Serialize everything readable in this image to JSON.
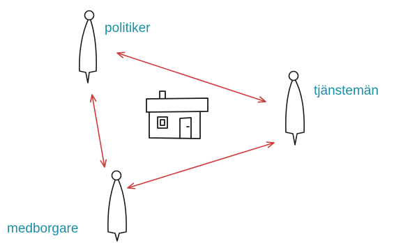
{
  "diagram": {
    "nodes": {
      "politiker": {
        "label": "politiker",
        "icon": "person-figure-icon"
      },
      "tjansteman": {
        "label": "tjänstemän",
        "icon": "person-figure-icon"
      },
      "medborgare": {
        "label": "medborgare",
        "icon": "person-figure-icon"
      }
    },
    "center_icon": "house-icon",
    "edges": [
      {
        "from": "politiker",
        "to": "tjansteman",
        "direction": "both"
      },
      {
        "from": "politiker",
        "to": "medborgare",
        "direction": "both"
      },
      {
        "from": "medborgare",
        "to": "tjansteman",
        "direction": "both"
      }
    ],
    "colors": {
      "label": "#1a8fa6",
      "arrow": "#d03a3a",
      "drawing": "#1a1a1a"
    }
  }
}
